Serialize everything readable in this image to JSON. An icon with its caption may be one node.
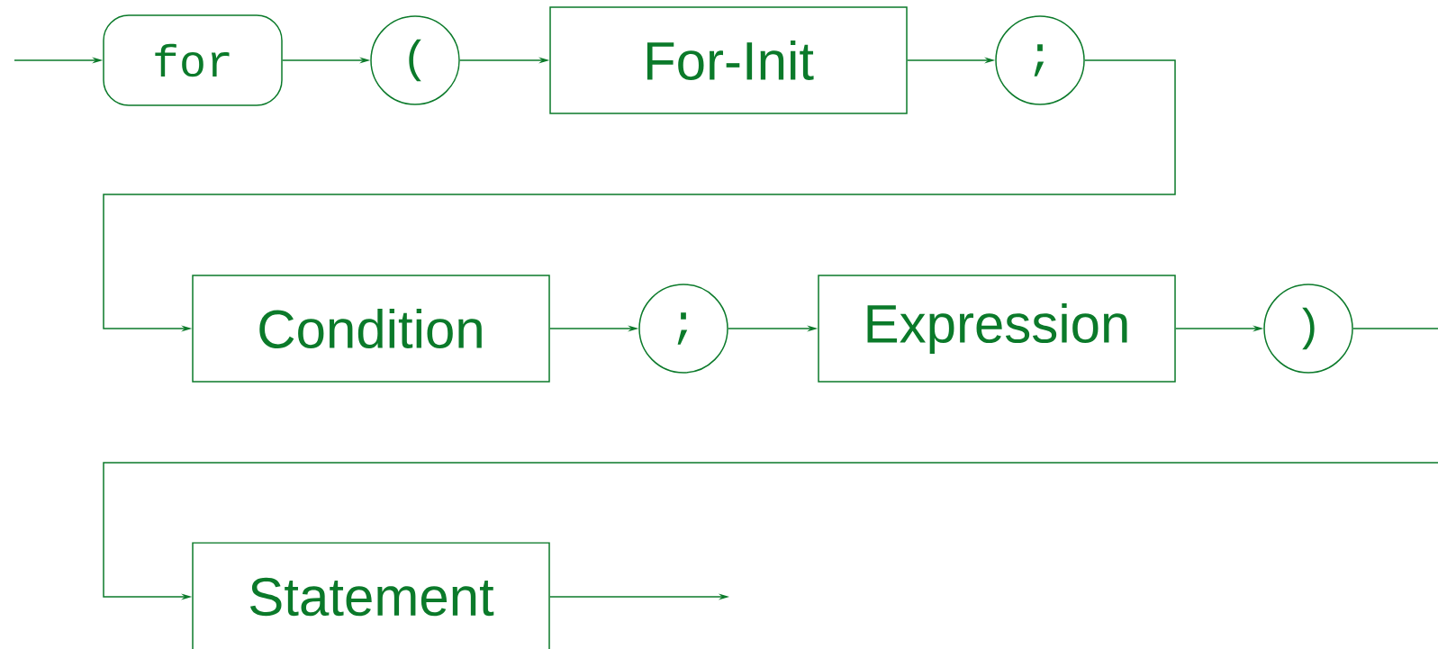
{
  "diagram": {
    "nodes": [
      {
        "text": [
          "for"
        ]
      },
      {
        "text": [
          "("
        ]
      },
      {
        "text": [
          "For-Init"
        ]
      },
      {
        "text": [
          ";"
        ]
      },
      {
        "text": [
          "Condition"
        ]
      },
      {
        "text": [
          ";"
        ]
      },
      {
        "text": [
          "Expression"
        ]
      },
      {
        "text": [
          ")"
        ]
      },
      {
        "text": [
          "Statement"
        ]
      }
    ],
    "edges": [
      {
        "from": null,
        "to": 0,
        "arrow": "to"
      },
      {
        "from": 0,
        "to": 1,
        "arrow": "to"
      },
      {
        "from": 1,
        "to": 2,
        "arrow": "to"
      },
      {
        "from": 2,
        "to": 3,
        "arrow": "to"
      },
      {
        "from": 3,
        "to": 4,
        "arrow": "to"
      },
      {
        "from": 4,
        "to": 5,
        "arrow": "to"
      },
      {
        "from": 5,
        "to": 6,
        "arrow": "to"
      },
      {
        "from": 6,
        "to": 7,
        "arrow": "to"
      },
      {
        "from": 7,
        "to": 8,
        "arrow": "to"
      },
      {
        "from": 8,
        "to": null,
        "arrow": "to"
      }
    ]
  }
}
